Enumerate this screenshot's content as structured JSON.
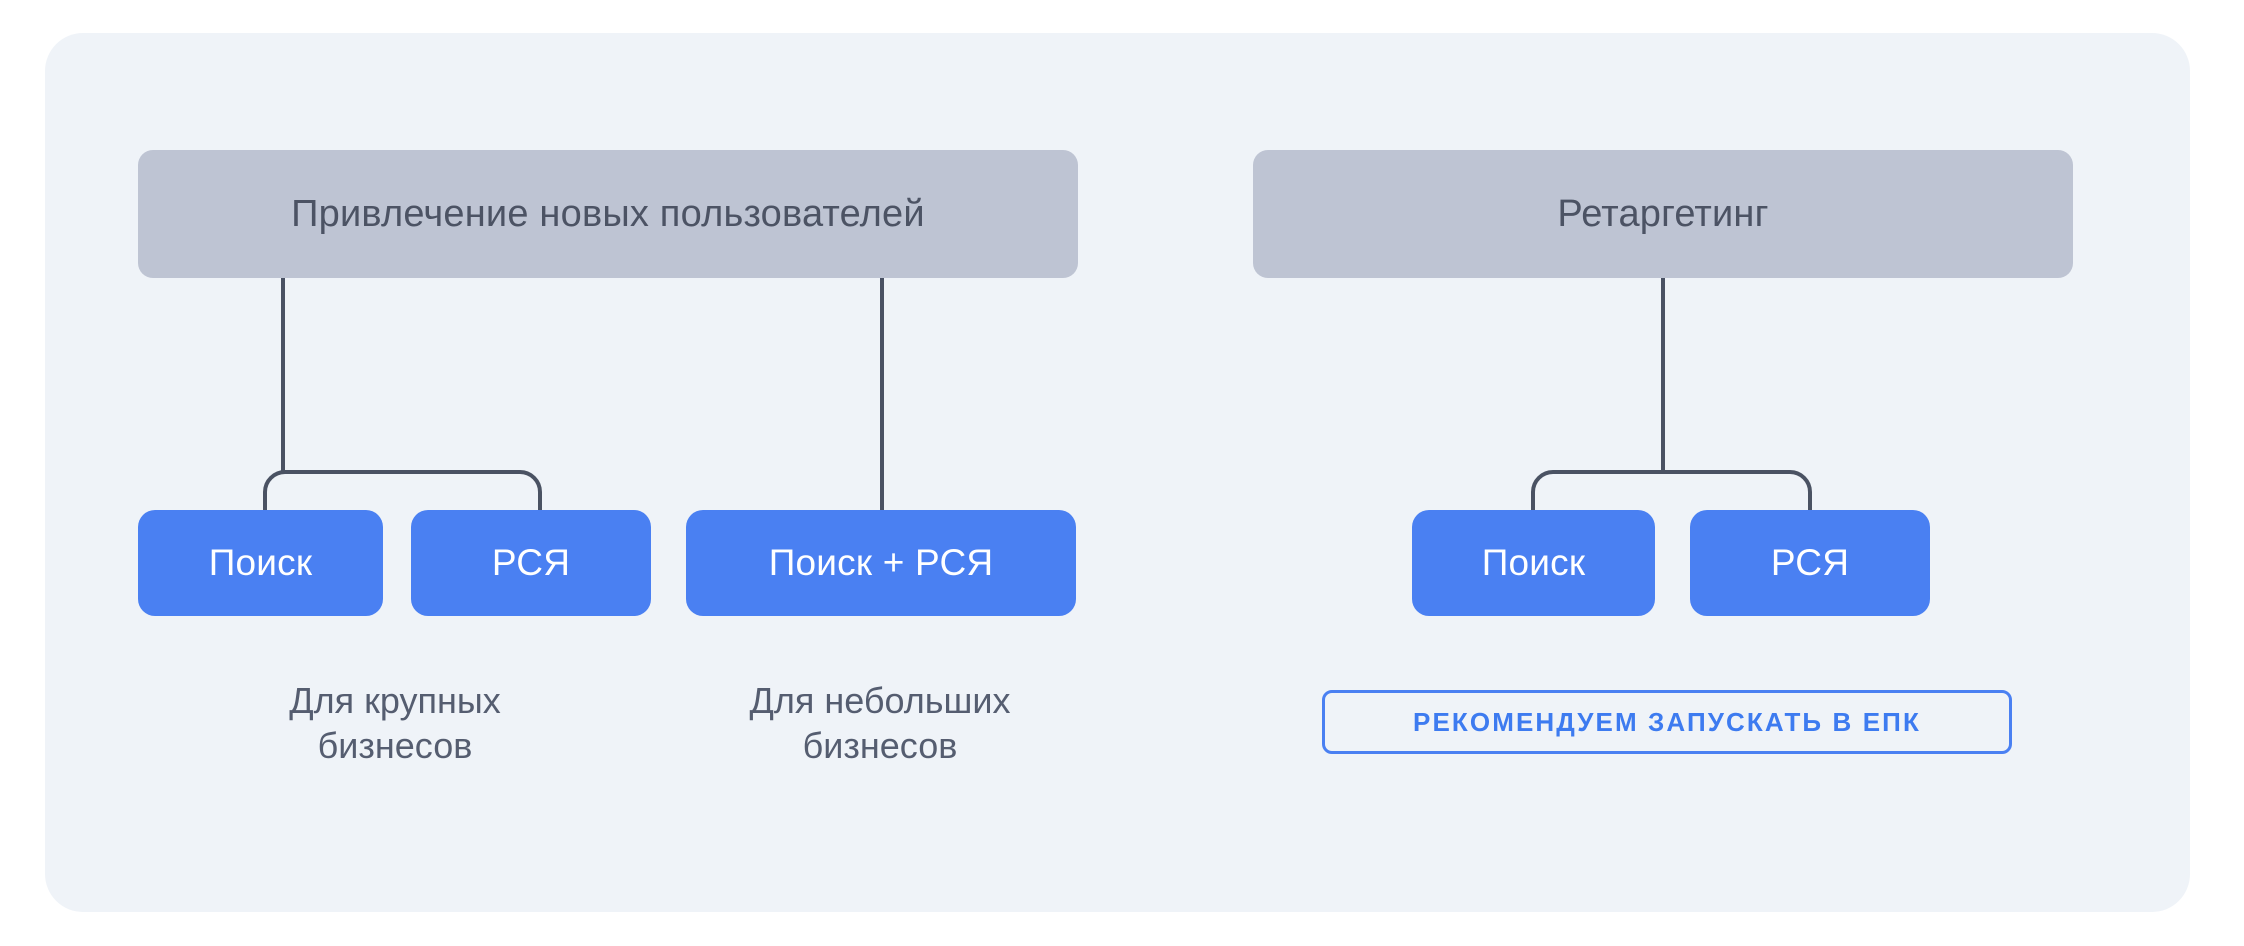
{
  "panel": {
    "background_color": "#eff3f8"
  },
  "colors": {
    "header_box": "#bec4d3",
    "header_text": "#4c5364",
    "button_blue": "#4a80f2",
    "button_text": "#ffffff",
    "caption_text": "#555d70",
    "badge_border": "#4a80f2",
    "badge_text": "#3d7bf0",
    "connector_line": "#4a5263"
  },
  "groups": [
    {
      "id": "acquisition",
      "header": "Привлечение новых пользователей",
      "branches": [
        {
          "id": "large-business",
          "buttons": [
            "Поиск",
            "РСЯ"
          ],
          "caption": "Для крупных\nбизнесов"
        },
        {
          "id": "small-business",
          "buttons": [
            "Поиск + РСЯ"
          ],
          "caption": "Для небольших\nбизнесов"
        }
      ]
    },
    {
      "id": "retargeting",
      "header": "Ретаргетинг",
      "branches": [
        {
          "id": "retargeting-channels",
          "buttons": [
            "Поиск",
            "РСЯ"
          ],
          "badge": "РЕКОМЕНДУЕМ ЗАПУСКАТЬ В ЕПК"
        }
      ]
    }
  ],
  "labels": {
    "header_acquisition": "Привлечение новых пользователей",
    "header_retargeting": "Ретаргетинг",
    "btn_search_left": "Поиск",
    "btn_rsya_left": "РСЯ",
    "btn_search_rsya": "Поиск + РСЯ",
    "btn_search_right": "Поиск",
    "btn_rsya_right": "РСЯ",
    "caption_large": "Для крупных\nбизнесов",
    "caption_small": "Для небольших\nбизнесов",
    "badge_recommendation": "РЕКОМЕНДУЕМ ЗАПУСКАТЬ В ЕПК"
  }
}
